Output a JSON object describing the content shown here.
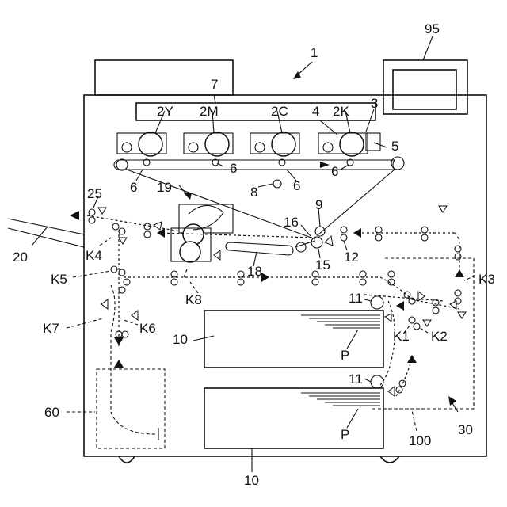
{
  "labels": {
    "apparatus": "1",
    "panel": "95",
    "unit_top": "7",
    "toner": "3",
    "station_y": "2Y",
    "station_m": "2M",
    "station_c": "2C",
    "station_k": "2K",
    "belt_unit": "4",
    "cleaner": "5",
    "roller_6a": "6",
    "roller_6b": "6",
    "roller_6c": "6",
    "roller_6d": "6",
    "belt": "8",
    "roller_9": "9",
    "fuser": "19",
    "roller_16": "16",
    "roller_15": "15",
    "roller_12": "12",
    "conveyor_18": "18",
    "tray_out": "20",
    "k25": "25",
    "k4": "K4",
    "k5": "K5",
    "k7": "K7",
    "k6": "K6",
    "k8": "K8",
    "k3": "K3",
    "k1": "K1",
    "k2": "K2",
    "feed_11a": "11",
    "feed_11b": "11",
    "cassette_10a": "10",
    "cassette_10b": "10",
    "paper_a": "P",
    "paper_b": "P",
    "unit_60": "60",
    "unit_30": "30",
    "unit_100": "100"
  }
}
